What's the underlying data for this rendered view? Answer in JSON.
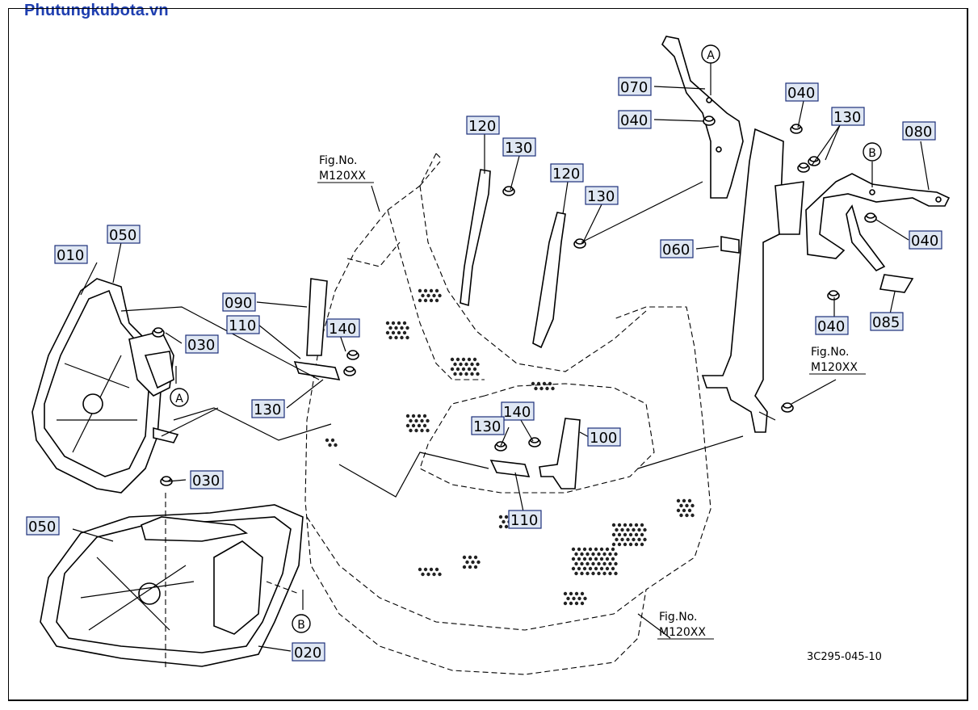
{
  "site_title": "Phutungkubota.vn",
  "drawing_code": "3C295-045-10",
  "fig_refs": [
    {
      "line1": "Fig.No.",
      "line2": "M120XX"
    },
    {
      "line1": "Fig.No.",
      "line2": "M120XX"
    },
    {
      "line1": "Fig.No.",
      "line2": "M120XX"
    }
  ],
  "markers": [
    "A",
    "A",
    "B",
    "B"
  ],
  "part_labels": [
    "010",
    "050",
    "030",
    "030",
    "050",
    "020",
    "090",
    "110",
    "140",
    "130",
    "120",
    "130",
    "120",
    "130",
    "140",
    "130",
    "100",
    "110",
    "070",
    "040",
    "040",
    "130",
    "080",
    "040",
    "060",
    "085",
    "040"
  ],
  "colors": {
    "site_title": "#1f3fb0",
    "label_box": "#dfe7f3"
  }
}
